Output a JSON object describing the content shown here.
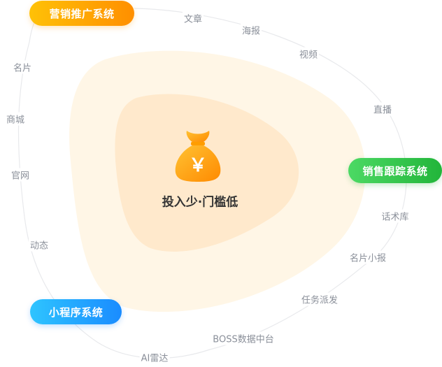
{
  "center": {
    "label": "投入少·门槛低",
    "icon": "money-bag-icon",
    "symbol": "￥"
  },
  "systems": {
    "marketing": {
      "label": "营销推广系统"
    },
    "sales": {
      "label": "销售跟踪系统"
    },
    "mini_program": {
      "label": "小程序系统"
    }
  },
  "features": {
    "article": "文章",
    "poster": "海报",
    "video": "视频",
    "live": "直播",
    "script_library": "话术库",
    "card_poster": "名片小报",
    "task_dispatch": "任务派发",
    "boss_dashboard": "BOSS数据中台",
    "ai_radar": "AI雷达",
    "dynamics": "动态",
    "official_site": "官网",
    "mall": "商城",
    "business_card": "名片"
  },
  "colors": {
    "marketing": "#ff9f00",
    "sales": "#34c24a",
    "mini_program": "#1f9cff",
    "blob_outer": "#fff6e6",
    "blob_inner": "#ffe9cc",
    "label_text": "#8a8f99",
    "center_text": "#333333"
  }
}
